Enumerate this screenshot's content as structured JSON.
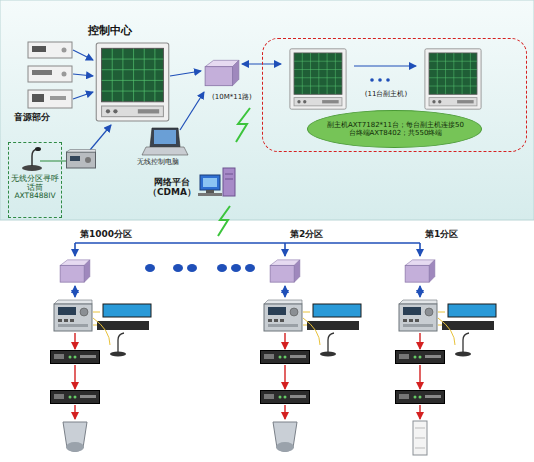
{
  "diagram": {
    "nodes": [
      {
        "text": [
          "控制中心"
        ]
      },
      {
        "text": [
          "无线分区寻呼话筒AXT8488IV"
        ],
        "in": 0
      },
      {
        "text": [
          "(11台副主机)"
        ],
        "in": 0
      },
      {
        "text": [
          "副主机AXT7182*11台；每台副主机连接50台终端AXT8402；共550终端"
        ],
        "in": 2
      },
      {
        "text": [
          "网络平台（CDMA）"
        ],
        "in": 0
      }
    ],
    "labels": [
      "音源部分",
      "无线控制电脑",
      "(10M*11路)",
      "第1000分区",
      "第2分区",
      "第1分区"
    ]
  }
}
